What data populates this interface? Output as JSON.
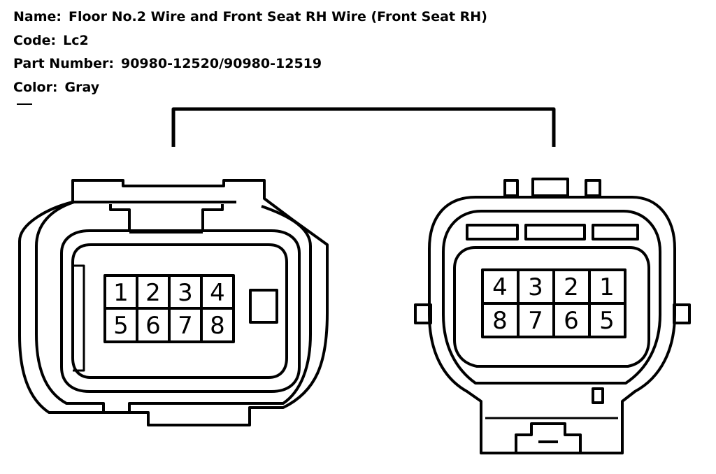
{
  "info": {
    "name_label": "Name:",
    "name_value": "Floor No.2 Wire and Front Seat RH Wire (Front Seat RH)",
    "code_label": "Code:",
    "code_value": "Lc2",
    "part_label": "Part Number:",
    "part_value": "90980-12520/90980-12519",
    "color_label": "Color:",
    "color_value": "Gray"
  },
  "connector_left": {
    "pins_top": [
      "1",
      "2",
      "3",
      "4"
    ],
    "pins_bottom": [
      "5",
      "6",
      "7",
      "8"
    ]
  },
  "connector_right": {
    "pins_top": [
      "4",
      "3",
      "2",
      "1"
    ],
    "pins_bottom": [
      "8",
      "7",
      "6",
      "5"
    ]
  }
}
